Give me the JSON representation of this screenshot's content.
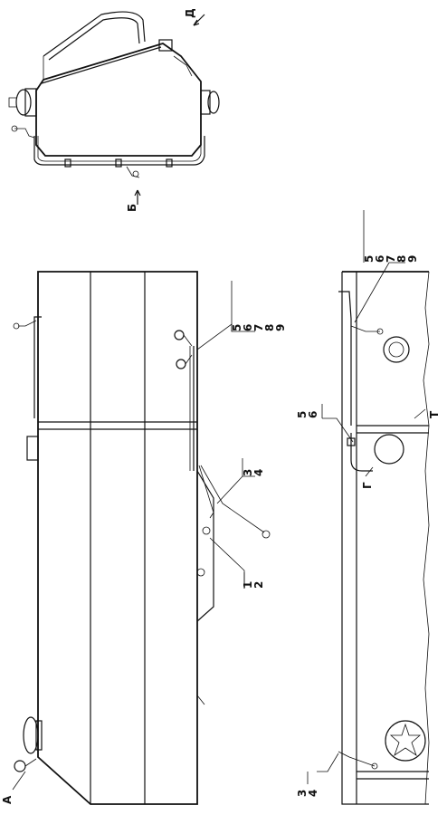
{
  "views": {
    "end": {
      "label_d": "Д",
      "label_b": "Б"
    },
    "side": {
      "label_a": "А",
      "callout_top": [
        "5",
        "6",
        "7",
        "8",
        "9"
      ],
      "callout_mid": [
        "3",
        "4"
      ],
      "callout_low": [
        "1",
        "2"
      ]
    },
    "detail": {
      "callout_top": [
        "5",
        "6",
        "7",
        "8",
        "9"
      ],
      "callout_mid": [
        "5",
        "6"
      ],
      "callout_bottom": [
        "3",
        "4"
      ],
      "label_g": "Г",
      "label_t": "Т"
    }
  }
}
